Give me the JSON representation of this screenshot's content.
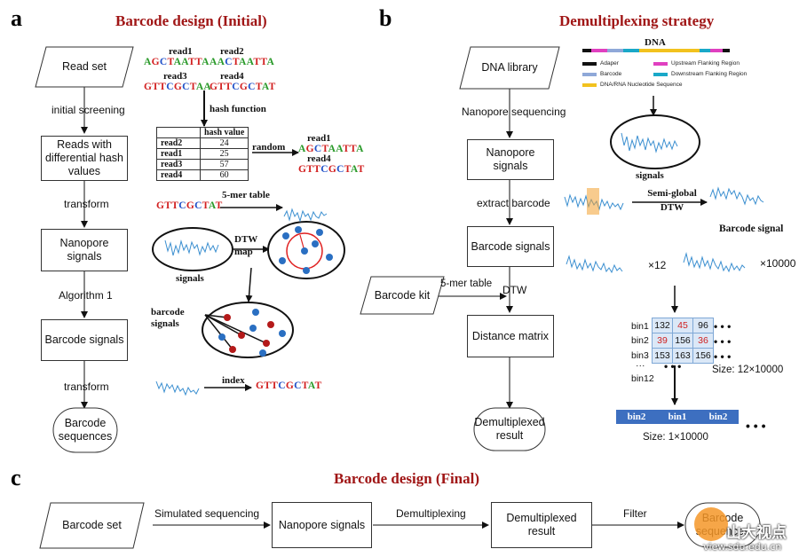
{
  "panels": {
    "a": "a",
    "b": "b",
    "c": "c"
  },
  "titles": {
    "a": "Barcode design (Initial)",
    "b": "Demultiplexing strategy",
    "c": "Barcode design (Final)"
  },
  "a": {
    "flow": {
      "read_set": "Read set",
      "step1": "initial screening",
      "reads_hash": "Reads with differential hash values",
      "step2": "transform",
      "nanopore": "Nanopore signals",
      "step3": "Algorithm 1",
      "barcode_signals": "Barcode signals",
      "step4": "transform",
      "barcode_sequences": "Barcode sequences"
    },
    "reads": [
      {
        "name": "read1",
        "seq": [
          "A",
          "G",
          "C",
          "T",
          "A",
          "A",
          "T",
          "T",
          "A"
        ]
      },
      {
        "name": "read2",
        "seq": [
          "A",
          "A",
          "C",
          "T",
          "A",
          "A",
          "T",
          "T",
          "A"
        ]
      },
      {
        "name": "read3",
        "seq": [
          "G",
          "T",
          "T",
          "C",
          "G",
          "C",
          "T",
          "A",
          "A"
        ]
      },
      {
        "name": "read4",
        "seq": [
          "G",
          "T",
          "T",
          "C",
          "G",
          "C",
          "T",
          "A",
          "T"
        ]
      }
    ],
    "hash_function": "hash function",
    "hash_table": {
      "header": "hash value",
      "rows": [
        {
          "read": "read2",
          "value": "24"
        },
        {
          "read": "read1",
          "value": "25"
        },
        {
          "read": "read3",
          "value": "57"
        },
        {
          "read": "read4",
          "value": "60"
        }
      ]
    },
    "random": "random",
    "picked": [
      {
        "name": "read1",
        "seq": [
          "A",
          "G",
          "C",
          "T",
          "A",
          "A",
          "T",
          "T",
          "A"
        ]
      },
      {
        "name": "read4",
        "seq": [
          "G",
          "T",
          "T",
          "C",
          "G",
          "C",
          "T",
          "A",
          "T"
        ]
      }
    ],
    "kmer_seq": [
      "G",
      "T",
      "T",
      "C",
      "G",
      "C",
      "T",
      "A",
      "T"
    ],
    "kmer_label": "5-mer table",
    "signals": "signals",
    "dtw_map": "DTW map",
    "barcode_signals_lbl": "barcode signals",
    "index": "index",
    "index_seq": [
      "G",
      "T",
      "T",
      "C",
      "G",
      "C",
      "T",
      "A",
      "T"
    ]
  },
  "b": {
    "dna_library": "DNA library",
    "step1": "Nanopore sequencing",
    "nanopore": "Nanopore signals",
    "step2": "extract barcode",
    "barcode_signals": "Barcode signals",
    "barcode_kit": "Barcode kit",
    "kmer": "5-mer table",
    "dtw": "DTW",
    "distance_matrix": "Distance matrix",
    "result": "Demultiplexed result",
    "dna": "DNA",
    "legend": [
      {
        "label": "Adaper",
        "color": "#111111"
      },
      {
        "label": "Upstream Flanking Region",
        "color": "#e040c0"
      },
      {
        "label": "Barcode",
        "color": "#8fa8d8"
      },
      {
        "label": "Downstream Flanking Region",
        "color": "#1aa8c8"
      },
      {
        "label": "DNA/RNA Nucleotide Sequence",
        "color": "#f2c21e"
      }
    ],
    "signals": "signals",
    "semi_global": "Semi-global DTW",
    "barcode_signal": "Barcode signal",
    "x12": "×12",
    "x10000": "×10000",
    "bins": [
      "bin1",
      "bin2",
      "bin3",
      "···",
      "bin12"
    ],
    "matrix": [
      [
        "132",
        "45",
        "96"
      ],
      [
        "39",
        "156",
        "36"
      ],
      [
        "153",
        "163",
        "156"
      ]
    ],
    "matrix_red": [
      [
        false,
        true,
        false
      ],
      [
        true,
        false,
        true
      ],
      [
        false,
        false,
        false
      ]
    ],
    "dots": "• • •",
    "size1": "Size: 12×10000",
    "bin_row": [
      "bin2",
      "bin1",
      "bin2"
    ],
    "size2": "Size: 1×10000"
  },
  "c": {
    "barcode_set": "Barcode set",
    "step1": "Simulated sequencing",
    "nanopore": "Nanopore signals",
    "step2": "Demultiplexing",
    "result": "Demultiplexed result",
    "step3": "Filter",
    "final": "Barcode sequences"
  },
  "watermark": {
    "text": "山大视点",
    "url": "view.sdu.edu.cn"
  },
  "colors": {
    "A": "#2a9a2a",
    "G": "#d22020",
    "C": "#2050c8",
    "T": "#d22020",
    "title": "#a01616",
    "signal": "#3b8fd0"
  }
}
